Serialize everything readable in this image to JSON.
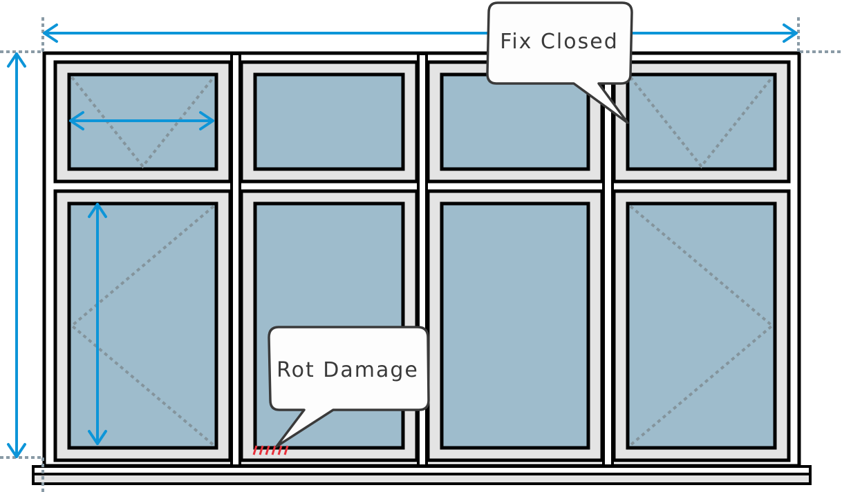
{
  "diagram": {
    "title": "Window elevation with annotations",
    "colors": {
      "frame_stroke": "#000000",
      "frame_fill": "#ffffff",
      "sash_fill": "#e4e4e4",
      "glass_fill": "#9ebccc",
      "dimension_arrow": "#0d95d8",
      "extension_line": "#8a9ba6",
      "opening_indicator": "#84949c",
      "callout_fill": "#fdfdfd",
      "callout_stroke": "#3a3a3a",
      "damage_mark": "#e8303a"
    },
    "layout": {
      "columns": 4,
      "rows": 2,
      "row_names": [
        "top-light",
        "lower-sash"
      ]
    },
    "panes": [
      {
        "row": 0,
        "col": 0,
        "type": "top-hung",
        "indicator": "apex-bottom",
        "has_width_arrow": true
      },
      {
        "row": 0,
        "col": 1,
        "type": "fixed",
        "indicator": "none"
      },
      {
        "row": 0,
        "col": 2,
        "type": "fixed",
        "indicator": "none"
      },
      {
        "row": 0,
        "col": 3,
        "type": "top-hung",
        "indicator": "apex-bottom"
      },
      {
        "row": 1,
        "col": 0,
        "type": "side-hung",
        "indicator": "apex-left",
        "has_height_arrow": true
      },
      {
        "row": 1,
        "col": 1,
        "type": "fixed",
        "indicator": "none",
        "has_damage": true
      },
      {
        "row": 1,
        "col": 2,
        "type": "fixed",
        "indicator": "none"
      },
      {
        "row": 1,
        "col": 3,
        "type": "side-hung",
        "indicator": "apex-right"
      }
    ],
    "dimensions": {
      "overall_width_arrow": true,
      "overall_height_arrow": true
    },
    "callouts": [
      {
        "id": "fix-closed",
        "text": "Fix Closed",
        "points_to": "top-light col 3 sash edge"
      },
      {
        "id": "rot-damage",
        "text": "Rot Damage",
        "points_to": "lower-sash col 1 bottom rail"
      }
    ],
    "damage_marks": {
      "count": 6
    }
  }
}
